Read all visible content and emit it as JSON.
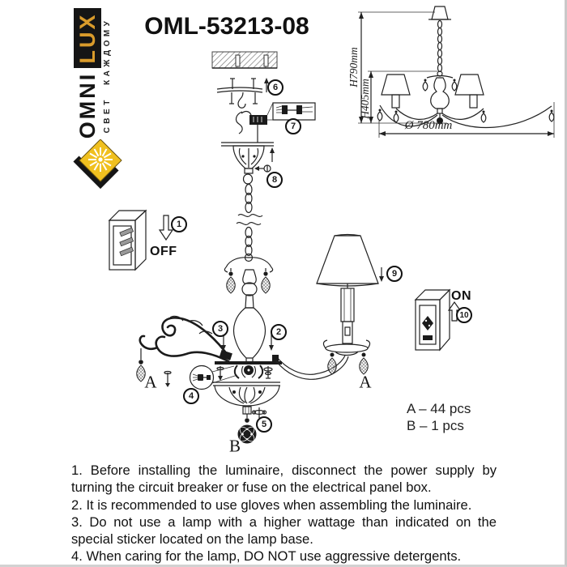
{
  "page": {
    "title": "OML-53213-08"
  },
  "logo": {
    "brand_primary": "OMNI",
    "brand_secondary": "LUX",
    "tagline": "СВЕТ КАЖДОМУ",
    "colors": {
      "gold": "#D99B2B",
      "emblem_yellow": "#F0C01F",
      "black": "#151515"
    }
  },
  "dimensions_diagram": {
    "height_total": "H790mm",
    "height_fixture": "H405mm",
    "diameter": "Ø 780mm"
  },
  "assembly": {
    "steps": [
      "1",
      "2",
      "3",
      "4",
      "5",
      "6",
      "7",
      "8",
      "9",
      "10"
    ],
    "off_label": "OFF",
    "on_label": "ON",
    "crystal_a_label": "A",
    "crystal_b_label": "B"
  },
  "parts_count": {
    "line_a": "A – 44 pcs",
    "line_b": "B – 1 pcs"
  },
  "instructions": [
    "1. Before installing the luminaire, disconnect the power supply by turning the circuit breaker or fuse on the electrical panel box.",
    "2. It is recommended to use gloves when assembling the luminaire.",
    "3. Do not use a lamp with a higher wattage than indicated on the special sticker located on the lamp base.",
    "4. When caring for the lamp, DO NOT use aggressive detergents."
  ]
}
